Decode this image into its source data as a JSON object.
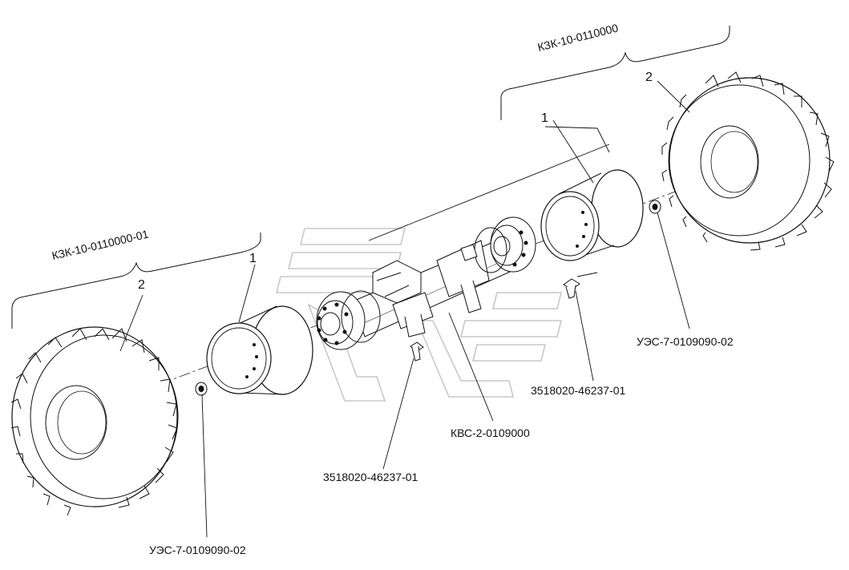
{
  "labels": {
    "assembly_right": "КЗК-10-0110000",
    "assembly_left": "КЗК-10-0110000-01",
    "right_rim_pos": "1",
    "right_tire_pos": "2",
    "left_rim_pos": "1",
    "left_tire_pos": "2",
    "nut_right": "УЭС-7-0109090-02",
    "nut_left": "УЭС-7-0109090-02",
    "bolt_right": "3518020-46237-01",
    "bolt_center": "3518020-46237-01",
    "axle": "КВС-2-0109000"
  },
  "colors": {
    "line": "#111111",
    "watermark": "#c8c8c8",
    "background": "#ffffff"
  }
}
